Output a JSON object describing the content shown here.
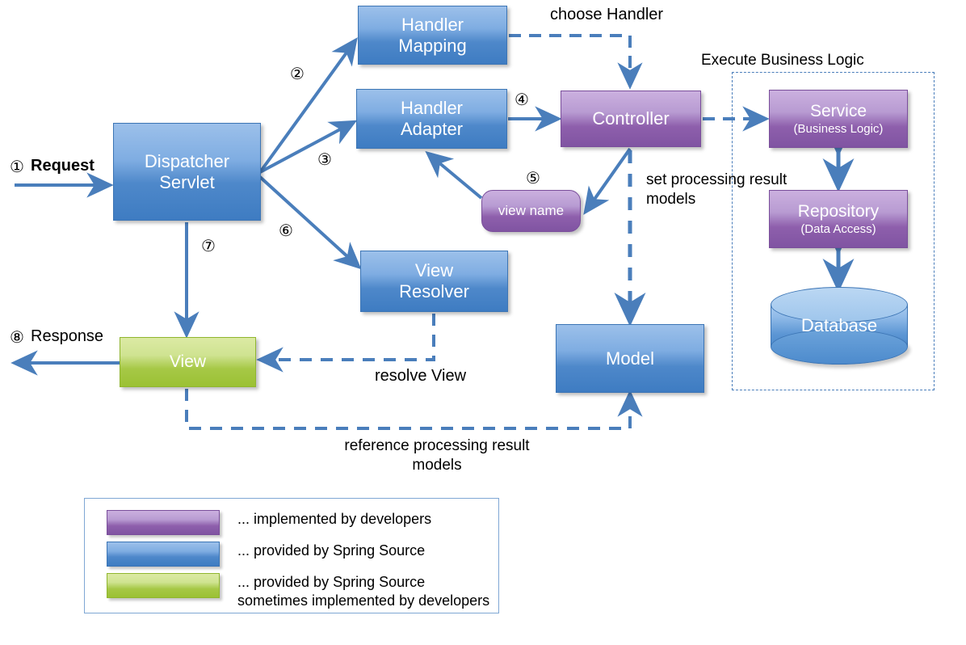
{
  "diagram": {
    "title": "Spring MVC Request Processing Flow",
    "colors": {
      "blue": "#4E88CA",
      "purple": "#8E5FAC",
      "green": "#A6C846",
      "edge": "#4A7EBB",
      "text": "#000000"
    }
  },
  "nodes": {
    "dispatcher_servlet": {
      "title": "Dispatcher",
      "title2": "Servlet",
      "kind": "blue"
    },
    "handler_mapping": {
      "title": "Handler",
      "title2": "Mapping",
      "kind": "blue"
    },
    "handler_adapter": {
      "title": "Handler",
      "title2": "Adapter",
      "kind": "blue"
    },
    "controller": {
      "title": "Controller",
      "kind": "purple"
    },
    "view_name": {
      "title": "view name",
      "kind": "purple"
    },
    "view_resolver": {
      "title": "View",
      "title2": "Resolver",
      "kind": "blue"
    },
    "view": {
      "title": "View",
      "kind": "green"
    },
    "model": {
      "title": "Model",
      "kind": "blue"
    },
    "service": {
      "title": "Service",
      "subtitle": "(Business Logic)",
      "kind": "purple"
    },
    "repository": {
      "title": "Repository",
      "subtitle": "(Data Access)",
      "kind": "purple"
    },
    "database": {
      "title": "Database",
      "kind": "blue-cylinder"
    }
  },
  "group": {
    "label": "Execute Business Logic"
  },
  "steps": {
    "s1": "①",
    "s2": "②",
    "s3": "③",
    "s4": "④",
    "s5": "⑤",
    "s6": "⑥",
    "s7": "⑦",
    "s8": "⑧"
  },
  "labels": {
    "request": "Request",
    "response": "Response",
    "choose_handler": "choose Handler",
    "set_processing_result_models": "set processing\nresult models",
    "resolve_view": "resolve View",
    "reference_processing_result_models": "reference processing\nresult models"
  },
  "legend": {
    "rows": [
      {
        "swatch": "purple",
        "text": "... implemented by developers"
      },
      {
        "swatch": "blue",
        "text": "... provided by Spring Source"
      },
      {
        "swatch": "green",
        "text": "... provided by Spring Source\n     sometimes implemented by developers"
      }
    ]
  }
}
